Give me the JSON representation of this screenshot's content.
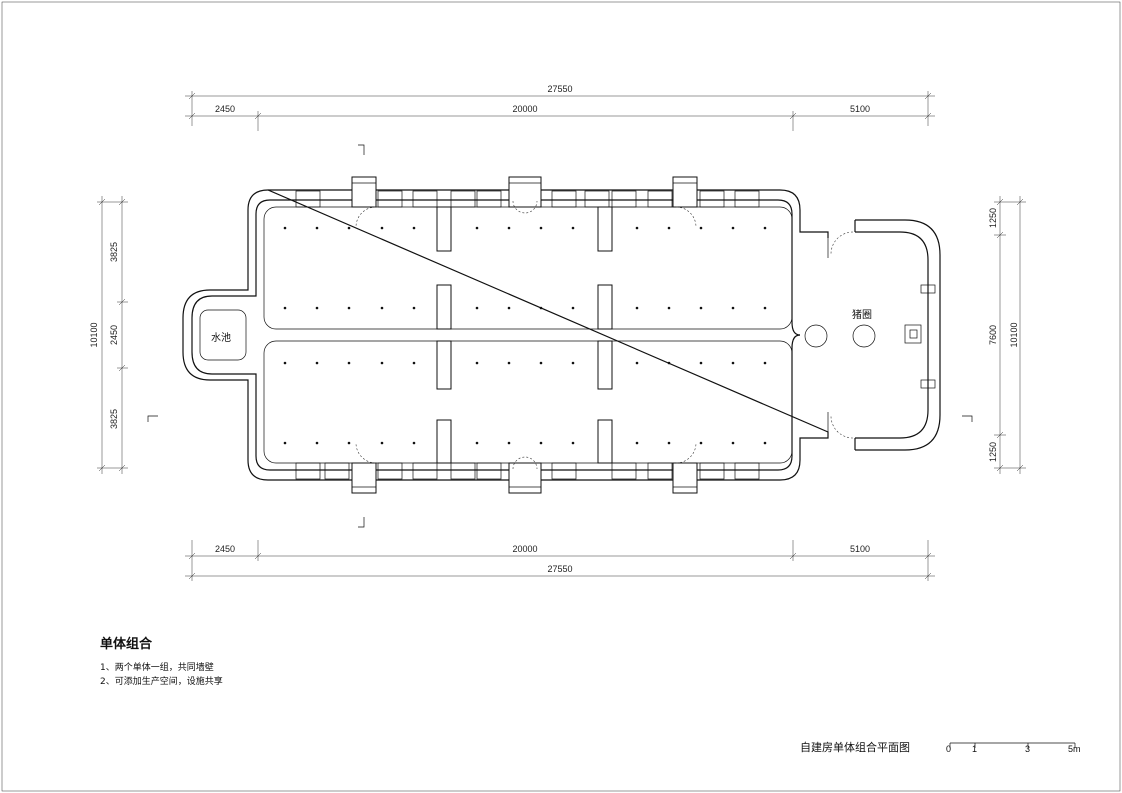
{
  "dimensions": {
    "top_total": "27550",
    "top_segments": [
      "2450",
      "20000",
      "5100"
    ],
    "bottom_segments": [
      "2450",
      "20000",
      "5100"
    ],
    "bottom_total": "27550",
    "left_total": "10100",
    "left_segments": [
      "3825",
      "2450",
      "3825"
    ],
    "right_total": "10100",
    "right_inner": "7600",
    "right_segments": [
      "1250",
      "1250"
    ]
  },
  "rooms": {
    "pool": "水池",
    "pigpen": "猪圈"
  },
  "notes": {
    "heading": "单体组合",
    "items": [
      "1、两个单体一组，共同墙壁",
      "2、可添加生产空间，设施共享"
    ]
  },
  "drawing_title": "自建房单体组合平面图",
  "scale_bar": {
    "labels": [
      "0",
      "1",
      "3",
      "5m"
    ]
  },
  "colors": {
    "line": "#111111",
    "background": "#ffffff"
  }
}
